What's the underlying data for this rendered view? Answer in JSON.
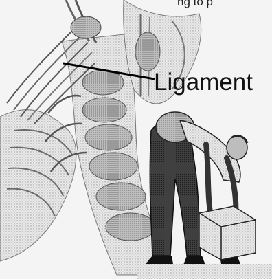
{
  "top_text_fragment": "ng to p",
  "annotation": {
    "label": "Ligament"
  },
  "palette": {
    "paper": "#fafafa",
    "ink": "#111111",
    "bone_light": "#d8d8d8",
    "bone_mid": "#b8b8b8",
    "bone_dark": "#8e8e8e",
    "trouser": "#3a3a3a",
    "shirt": "#c4c4c4",
    "box": "#cfcfcf"
  },
  "figure_parts": [
    "spine-illustration",
    "ligament-bundle",
    "pelvis-illustration",
    "ribcage-illustration",
    "person-lifting-figure",
    "lifted-box"
  ]
}
